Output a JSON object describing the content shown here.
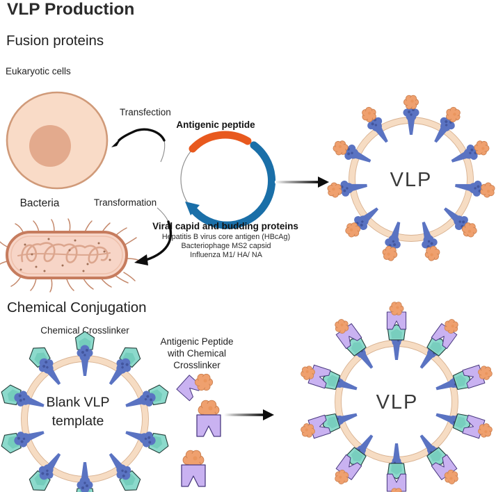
{
  "figure": {
    "title": "VLP Production"
  },
  "fusion": {
    "heading": "Fusion proteins",
    "labels": {
      "eukaryotic_cells": "Eukaryotic cells",
      "transfection": "Transfection",
      "transformation": "Transformation",
      "bacteria": "Bacteria"
    },
    "plasmid": {
      "antigenic_peptide": "Antigenic peptide",
      "capsid_title": "Viral capid and budding proteins",
      "capsid_items": [
        "Hepatitis B virus core antigen (HBcAg)",
        "Bacteriophage MS2 capsid",
        "Influenza M1/ HA/ NA"
      ]
    },
    "vlp_label": "VLP"
  },
  "conjugation": {
    "heading": "Chemical Conjugation",
    "labels": {
      "chemical_crosslinker": "Chemical Crosslinker",
      "blank_vlp_line1": "Blank VLP",
      "blank_vlp_line2": "template",
      "peptide_line1": "Antigenic Peptide",
      "peptide_line2": "with Chemical",
      "peptide_line3": "Crosslinker"
    },
    "vlp_label": "VLP"
  },
  "colors": {
    "cell_fill": "#f9dbc7",
    "cell_stroke": "#d09a79",
    "nucleus_fill": "#e3aa8d",
    "bacteria_fill": "#f7d5c7",
    "bacteria_stroke": "#c67c5e",
    "plasmid_orange": "#e8591e",
    "plasmid_blue": "#1a6fa8",
    "vlp_ring_fill": "#f6dcc3",
    "vlp_ring_edge": "#d8b190",
    "spike_blue": "#5a73c2",
    "spike_blue_dark": "#43569e",
    "peptide_orange": "#efa06e",
    "peptide_orange_edge": "#cd8252",
    "crosslinker_teal": "#8cdacc",
    "clamp_purple": "#c9b2f1",
    "arrow_black": "#0d0d0d"
  }
}
